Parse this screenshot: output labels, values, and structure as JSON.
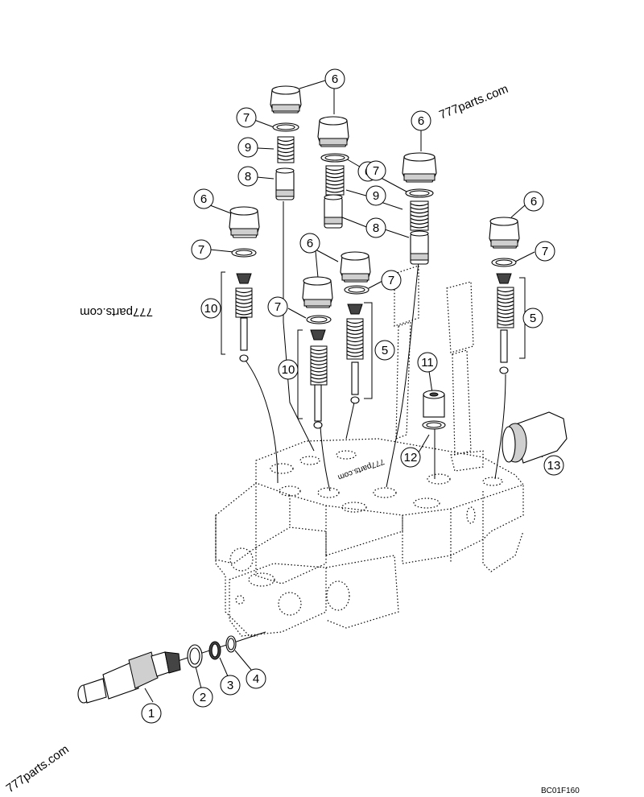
{
  "diagram": {
    "drawing_code": "BC01F160",
    "watermarks": {
      "top_right": "777parts.com",
      "left_mirrored": "777parts.com",
      "bottom_left": "777parts.com",
      "center_block": "777parts.com"
    },
    "callouts": [
      {
        "id": "c6a",
        "label": "6"
      },
      {
        "id": "c7a",
        "label": "7"
      },
      {
        "id": "c9a",
        "label": "9"
      },
      {
        "id": "c8a",
        "label": "8"
      },
      {
        "id": "c6b",
        "label": "6"
      },
      {
        "id": "c7b",
        "label": "7"
      },
      {
        "id": "c9b",
        "label": "9"
      },
      {
        "id": "c8b",
        "label": "8"
      },
      {
        "id": "c6c",
        "label": "6"
      },
      {
        "id": "c6d",
        "label": "6"
      },
      {
        "id": "c7c",
        "label": "7"
      },
      {
        "id": "c10a",
        "label": "10"
      },
      {
        "id": "c6e",
        "label": "6"
      },
      {
        "id": "c7d",
        "label": "7"
      },
      {
        "id": "c7e",
        "label": "7"
      },
      {
        "id": "c10b",
        "label": "10"
      },
      {
        "id": "c5a",
        "label": "5"
      },
      {
        "id": "c6f",
        "label": "6"
      },
      {
        "id": "c7f",
        "label": "7"
      },
      {
        "id": "c5b",
        "label": "5"
      },
      {
        "id": "c11",
        "label": "11"
      },
      {
        "id": "c12",
        "label": "12"
      },
      {
        "id": "c13",
        "label": "13"
      },
      {
        "id": "c1",
        "label": "1"
      },
      {
        "id": "c2",
        "label": "2"
      },
      {
        "id": "c3",
        "label": "3"
      },
      {
        "id": "c4",
        "label": "4"
      }
    ]
  }
}
